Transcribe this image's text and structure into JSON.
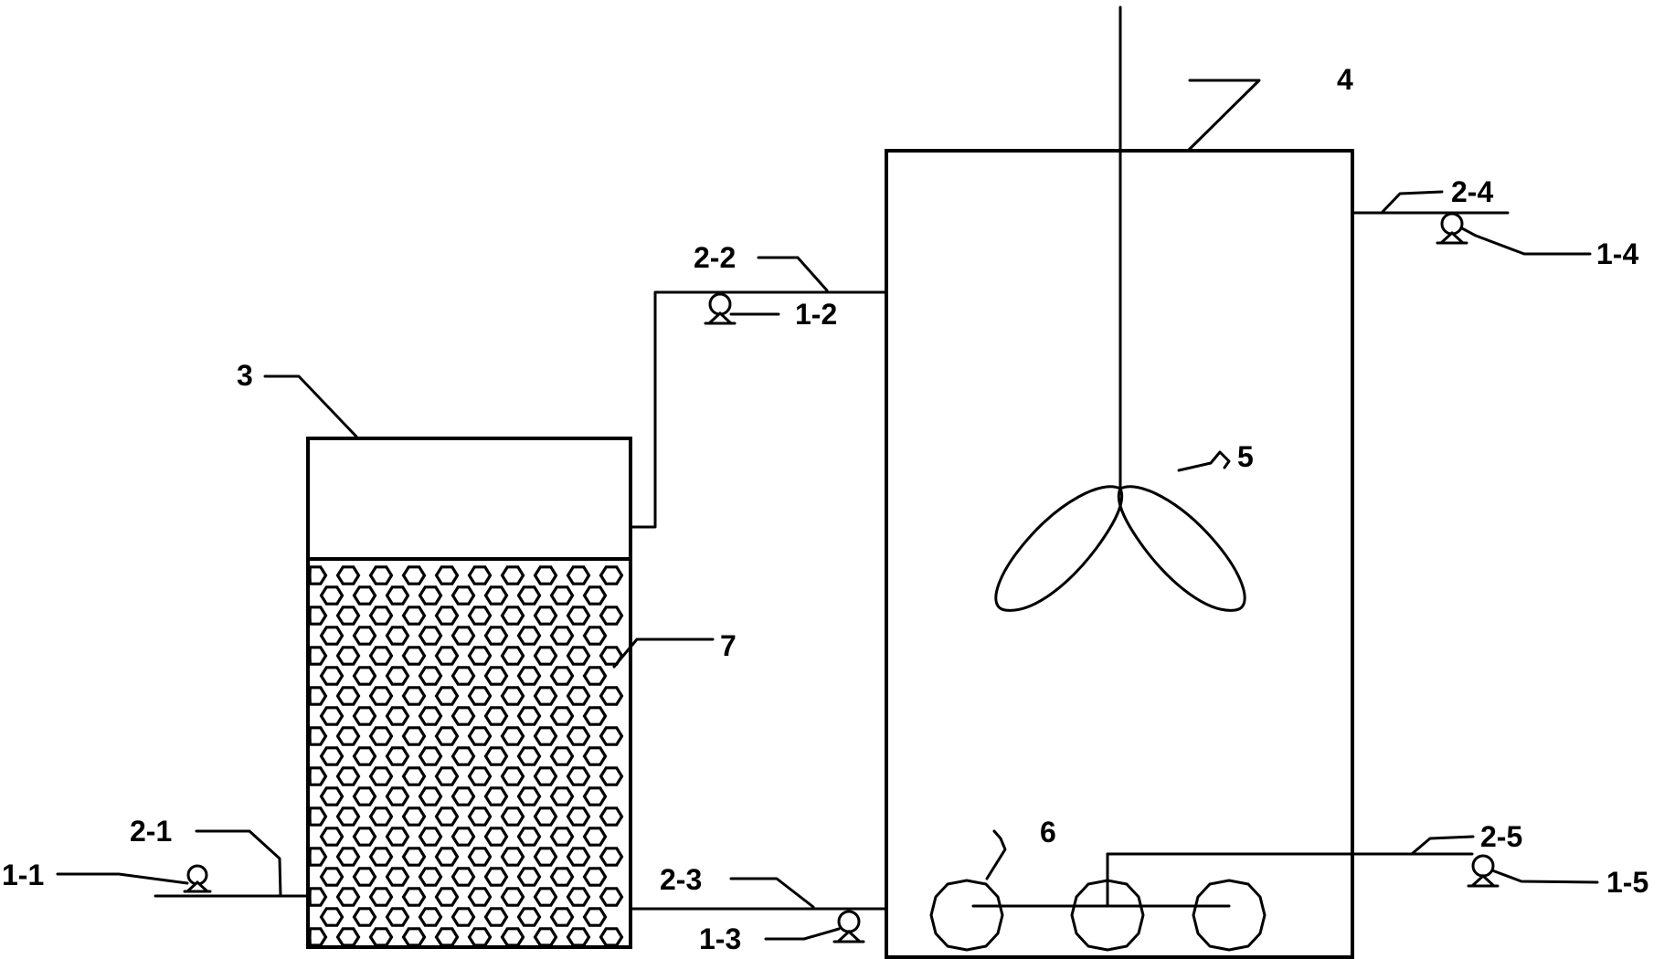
{
  "labels": {
    "tank_3": "3",
    "reactor_4": "4",
    "impeller_5": "5",
    "aerator_6": "6",
    "media_7": "7",
    "pipe_2_1": "2-1",
    "pipe_2_2": "2-2",
    "pipe_2_3": "2-3",
    "pipe_2_4": "2-4",
    "pipe_2_5": "2-5",
    "pump_1_1": "1-1",
    "pump_1_2": "1-2",
    "pump_1_3": "1-3",
    "pump_1_4": "1-4",
    "pump_1_5": "1-5"
  },
  "colors": {
    "stroke": "#000000",
    "background": "#ffffff"
  }
}
